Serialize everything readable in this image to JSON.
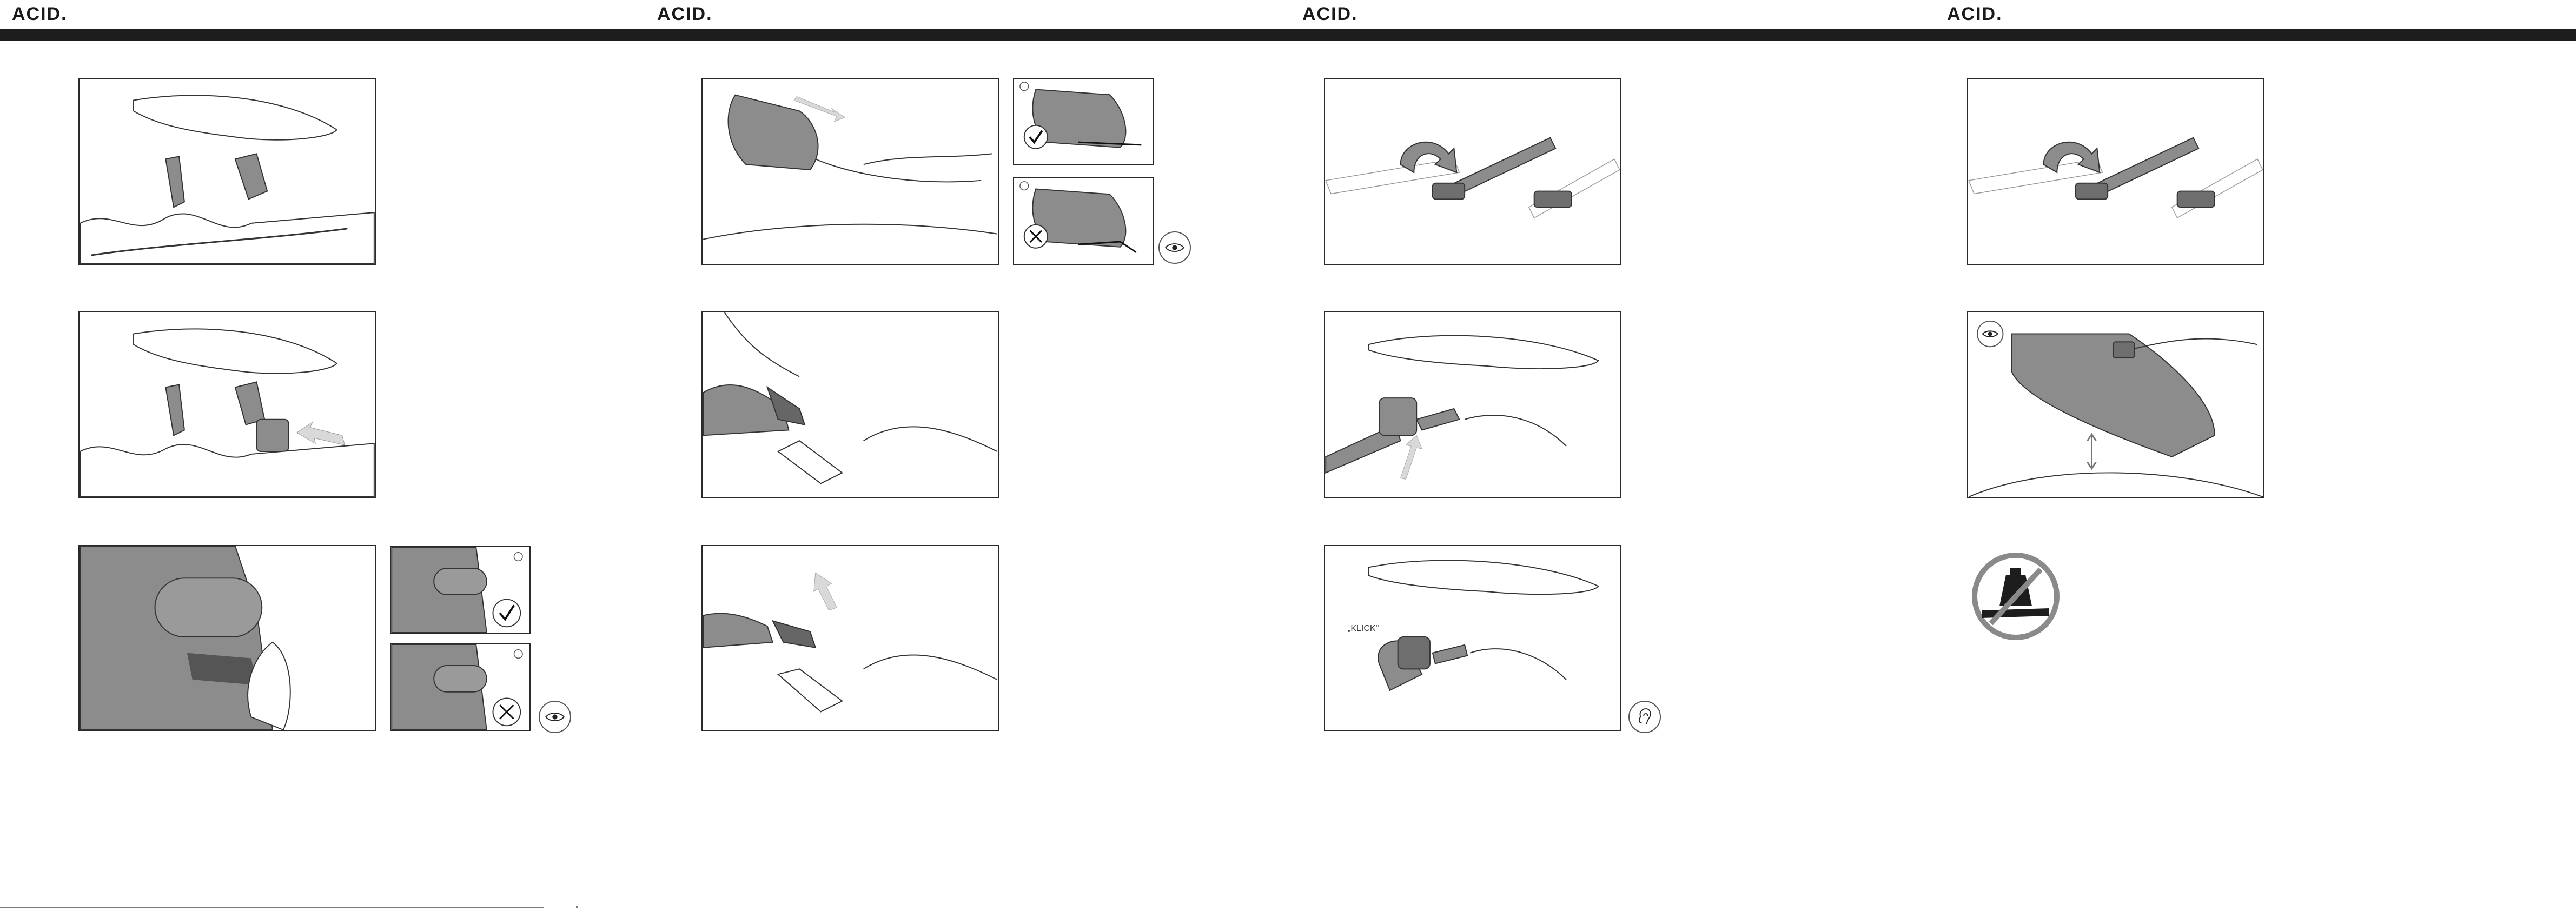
{
  "brand": {
    "logo_text": "ACID."
  },
  "colors": {
    "ink": "#1d1d1d",
    "panel_fill": "#8c8c8c",
    "light_fill": "#d9d9d9",
    "sign_gray": "#8a8a8a"
  },
  "columns": [
    {
      "panels": [
        "saddle-straps-view",
        "saddle-buckle-insert",
        "bag-velcro-closeup"
      ],
      "side_checks": [
        "check-correct",
        "check-wrong"
      ]
    },
    {
      "panels": [
        "bag-slide-under-saddle",
        "strap-pull",
        "strap-thread"
      ],
      "side_checks": [
        "check-correct",
        "check-wrong"
      ]
    },
    {
      "panels": [
        "strap-fold",
        "buckle-press",
        "buckle-click"
      ]
    },
    {
      "panels": [
        "strap-fold-repeat",
        "bag-clearance"
      ]
    }
  ],
  "labels": {
    "klick": "„KLICK\""
  },
  "icons": [
    "eye-icon",
    "ear-icon",
    "checkmark-icon",
    "cross-icon",
    "arrow-icon",
    "no-heavy-load-icon",
    "double-arrow-icon"
  ]
}
